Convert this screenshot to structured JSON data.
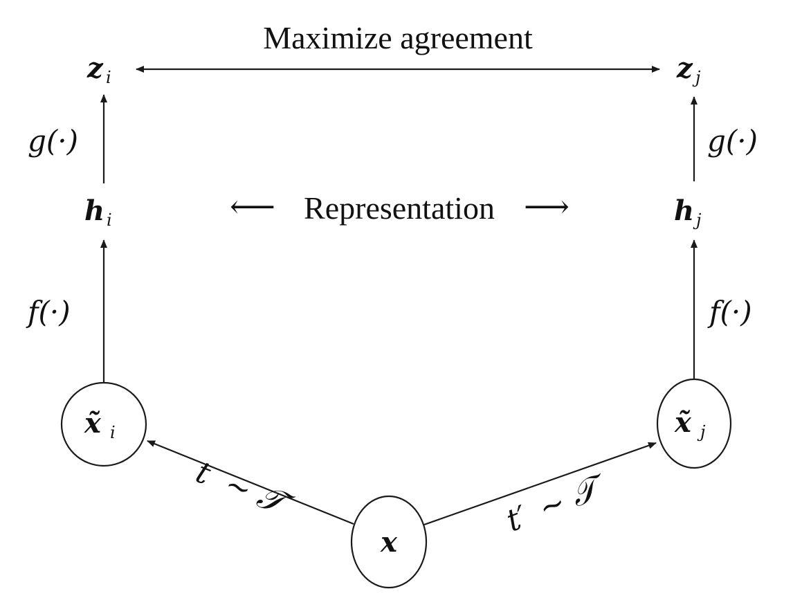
{
  "title": "Maximize agreement",
  "middle_label": "Representation",
  "middle_arrows": {
    "left": "⟵",
    "right": "⟶"
  },
  "nodes": {
    "x": {
      "base": "x",
      "sub": ""
    },
    "x_tilde_i": {
      "base": "x̃",
      "sub": "i"
    },
    "x_tilde_j": {
      "base": "x̃",
      "sub": "j"
    },
    "h_i": {
      "base": "h",
      "sub": "i"
    },
    "h_j": {
      "base": "h",
      "sub": "j"
    },
    "z_i": {
      "base": "z",
      "sub": "i"
    },
    "z_j": {
      "base": "z",
      "sub": "j"
    }
  },
  "functions": {
    "f_left": "f(·)",
    "f_right": "f(·)",
    "g_left": "g(·)",
    "g_right": "g(·)"
  },
  "edge_labels": {
    "left": {
      "t": "t",
      "sim": "∼",
      "T": "𝒯"
    },
    "right": {
      "t": "t′",
      "sim": "∼",
      "T": "𝒯"
    }
  }
}
